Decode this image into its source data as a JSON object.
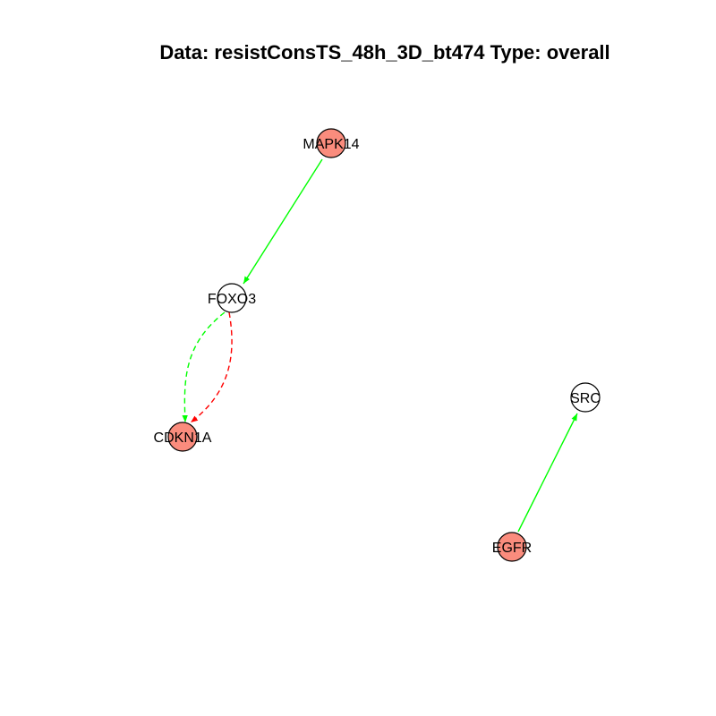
{
  "title": "Data: resistConsTS_48h_3D_bt474 Type: overall",
  "colors": {
    "filled_node": "#fa8c7d",
    "empty_node": "#ffffff",
    "node_border": "#000000",
    "activation": "#00ff00",
    "inhibition": "#ff0000"
  },
  "nodes": [
    {
      "id": "MAPK14",
      "label": "MAPK14",
      "filled": true
    },
    {
      "id": "FOXO3",
      "label": "FOXO3",
      "filled": false
    },
    {
      "id": "CDKN1A",
      "label": "CDKN1A",
      "filled": true
    },
    {
      "id": "SRC",
      "label": "SRC",
      "filled": false
    },
    {
      "id": "EGFR",
      "label": "EGFR",
      "filled": true
    }
  ],
  "edges": [
    {
      "from": "MAPK14",
      "to": "FOXO3",
      "color": "activation",
      "dashed": false
    },
    {
      "from": "FOXO3",
      "to": "CDKN1A",
      "color": "activation",
      "dashed": true
    },
    {
      "from": "FOXO3",
      "to": "CDKN1A",
      "color": "inhibition",
      "dashed": true
    },
    {
      "from": "EGFR",
      "to": "SRC",
      "color": "activation",
      "dashed": false
    }
  ]
}
